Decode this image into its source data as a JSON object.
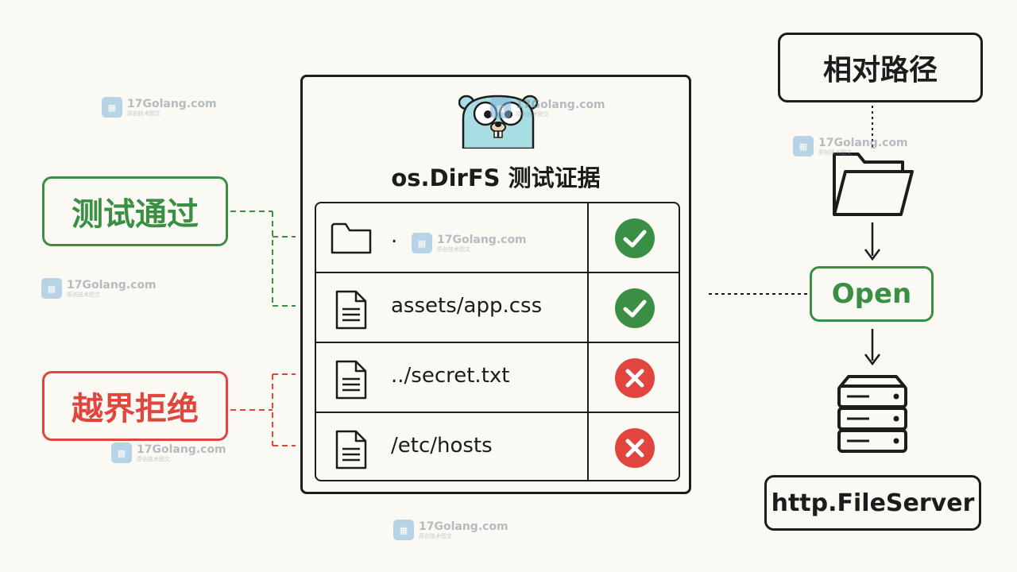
{
  "labels": {
    "passed": "测试通过",
    "rejected": "越界拒绝"
  },
  "card": {
    "title": "os.DirFS 测试证据",
    "rows": [
      {
        "path": ".",
        "kind": "folder-icon",
        "status": "pass"
      },
      {
        "path": "assets/app.css",
        "kind": "file-icon",
        "status": "pass"
      },
      {
        "path": "../secret.txt",
        "kind": "file-icon",
        "status": "fail"
      },
      {
        "path": "/etc/hosts",
        "kind": "file-icon",
        "status": "fail"
      }
    ]
  },
  "flow": {
    "relative_path": "相对路径",
    "open": "Open",
    "file_server": "http.FileServer"
  },
  "watermark": {
    "site": "17Golang.com",
    "tagline": "原创技术图文"
  },
  "colors": {
    "pass": "#3a8f45",
    "fail": "#e0453e",
    "ink": "#1c1c1c",
    "gopher": "#a9dde4",
    "background": "#fbf9f3"
  }
}
